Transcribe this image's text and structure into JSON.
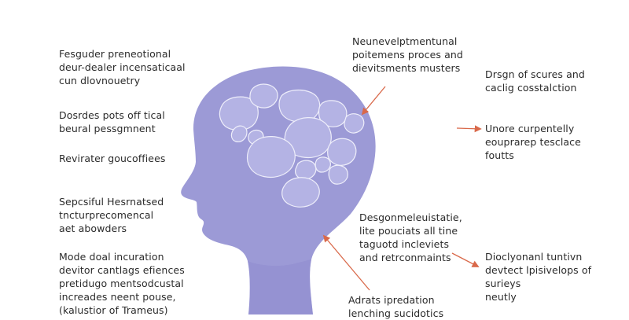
{
  "colors": {
    "head_fill": "#9c9ad6",
    "head_fill_dark": "#8f8dcf",
    "blob_fill": "#b4b3e4",
    "blob_stroke": "#eeeefa",
    "arrow": "#d9694a",
    "text": "#2b2b2b"
  },
  "labels": [
    {
      "lines": [
        "Fesguder preneotional",
        "deur-dealer incensaticaal",
        "cun dlovnouetry"
      ]
    },
    {
      "lines": [
        "Dosrdes pots off tical",
        "beural pessgmnent"
      ]
    },
    {
      "lines": [
        "Revirater goucoffiees"
      ]
    },
    {
      "lines": [
        "Sepcsiful Hesrnatsed",
        "tncturprecomencal",
        "aet abowders"
      ]
    },
    {
      "lines": [
        "Mode doal incuration",
        "devitor cantlags efiences",
        "pretidugo mentsodcustal",
        "increades neent pouse,",
        "(kalustior of Trameus)"
      ]
    },
    {
      "lines": [
        "Neunevelptmentunal",
        "poitemens proces and",
        "dievitsments musters"
      ]
    },
    {
      "lines": [
        "Drsgn of scures and",
        "caclig cosstalction"
      ]
    },
    {
      "lines": [
        "Unore curpentelly",
        "eouprarep tesclace",
        "foutts"
      ]
    },
    {
      "lines": [
        "Desgonmeleuistatie,",
        "lite pouciats all tine",
        "taguotd incleviets",
        "and retrconmaints"
      ]
    },
    {
      "lines": [
        "Dioclyonanl tuntivn",
        "devtect lpisivelops of",
        "surieys",
        "neutly"
      ]
    },
    {
      "lines": [
        "Adrats ipredation",
        "lenching sucidotics"
      ]
    }
  ]
}
